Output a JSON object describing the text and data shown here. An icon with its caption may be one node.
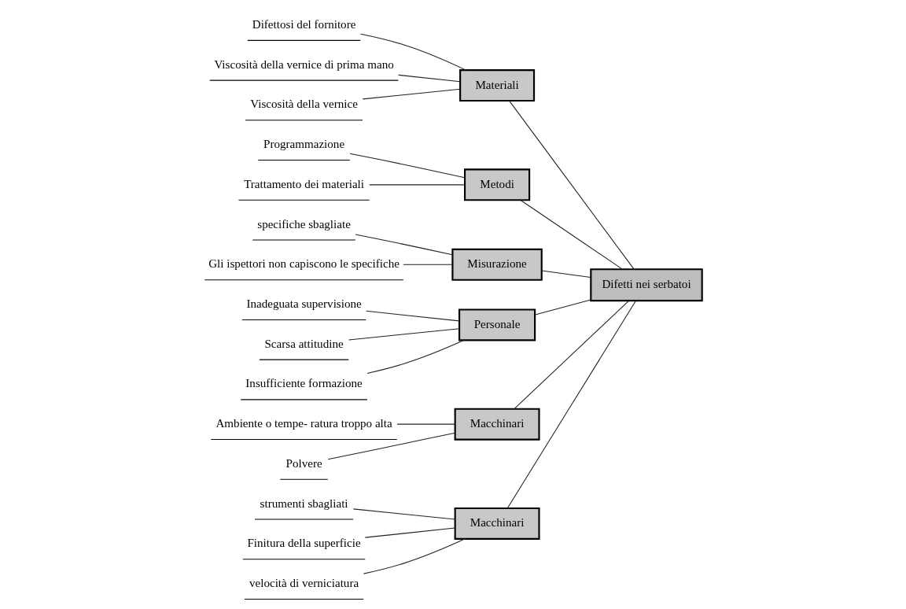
{
  "diagram": {
    "nodes": [
      {
        "text": [
          "Macchinari"
        ]
      },
      {
        "text": [
          "Materiali"
        ]
      },
      {
        "text": [
          "Metodi"
        ]
      },
      {
        "text": [
          "strumenti sbagliati"
        ]
      },
      {
        "text": [
          "Difettosi del fornitore"
        ]
      },
      {
        "text": [
          "Programmazione"
        ]
      },
      {
        "text": [
          "Viscosità della vernice di prima mano"
        ]
      },
      {
        "text": [
          "Finitura della superficie"
        ]
      },
      {
        "text": [
          "Trattamento dei materiali"
        ]
      },
      {
        "text": [
          "velocità di verniciatura"
        ]
      },
      {
        "text": [
          "Viscosità della vernice"
        ]
      },
      {
        "text": [
          "Difetti nei serbatoi"
        ]
      },
      {
        "text": [
          "specifiche sbagliate"
        ]
      },
      {
        "text": [
          "Inadeguata supervisione"
        ]
      },
      {
        "text": [
          "Scarsa attitudine"
        ]
      },
      {
        "text": [
          "Ambiente o tempe- ratura troppo alta"
        ]
      },
      {
        "text": [
          "Gli ispettori non capiscono le specifiche"
        ]
      },
      {
        "text": [
          "Insufficiente formazione"
        ]
      },
      {
        "text": [
          "Polvere"
        ]
      },
      {
        "text": [
          "Misurazione"
        ]
      },
      {
        "text": [
          "Personale"
        ]
      },
      {
        "text": [
          "Macchinari"
        ]
      }
    ],
    "edges": [
      {
        "from": 0,
        "to": 11,
        "arrow": "none"
      },
      {
        "from": 1,
        "to": 11,
        "arrow": "none"
      },
      {
        "from": 2,
        "to": 11,
        "arrow": "none"
      },
      {
        "from": 19,
        "to": 11,
        "arrow": "none"
      },
      {
        "from": 20,
        "to": 11,
        "arrow": "none"
      },
      {
        "from": 21,
        "to": 11,
        "arrow": "none"
      },
      {
        "from": 3,
        "to": 0,
        "arrow": "none"
      },
      {
        "from": 7,
        "to": 0,
        "arrow": "none"
      },
      {
        "from": 9,
        "to": 0,
        "arrow": "none"
      },
      {
        "from": 4,
        "to": 1,
        "arrow": "none"
      },
      {
        "from": 6,
        "to": 1,
        "arrow": "none"
      },
      {
        "from": 10,
        "to": 1,
        "arrow": "none"
      },
      {
        "from": 5,
        "to": 2,
        "arrow": "none"
      },
      {
        "from": 8,
        "to": 2,
        "arrow": "none"
      },
      {
        "from": 12,
        "to": 19,
        "arrow": "none"
      },
      {
        "from": 16,
        "to": 19,
        "arrow": "none"
      },
      {
        "from": 13,
        "to": 20,
        "arrow": "none"
      },
      {
        "from": 14,
        "to": 20,
        "arrow": "none"
      },
      {
        "from": 17,
        "to": 20,
        "arrow": "none"
      },
      {
        "from": 15,
        "to": 21,
        "arrow": "none"
      },
      {
        "from": 18,
        "to": 21,
        "arrow": "none"
      }
    ]
  }
}
